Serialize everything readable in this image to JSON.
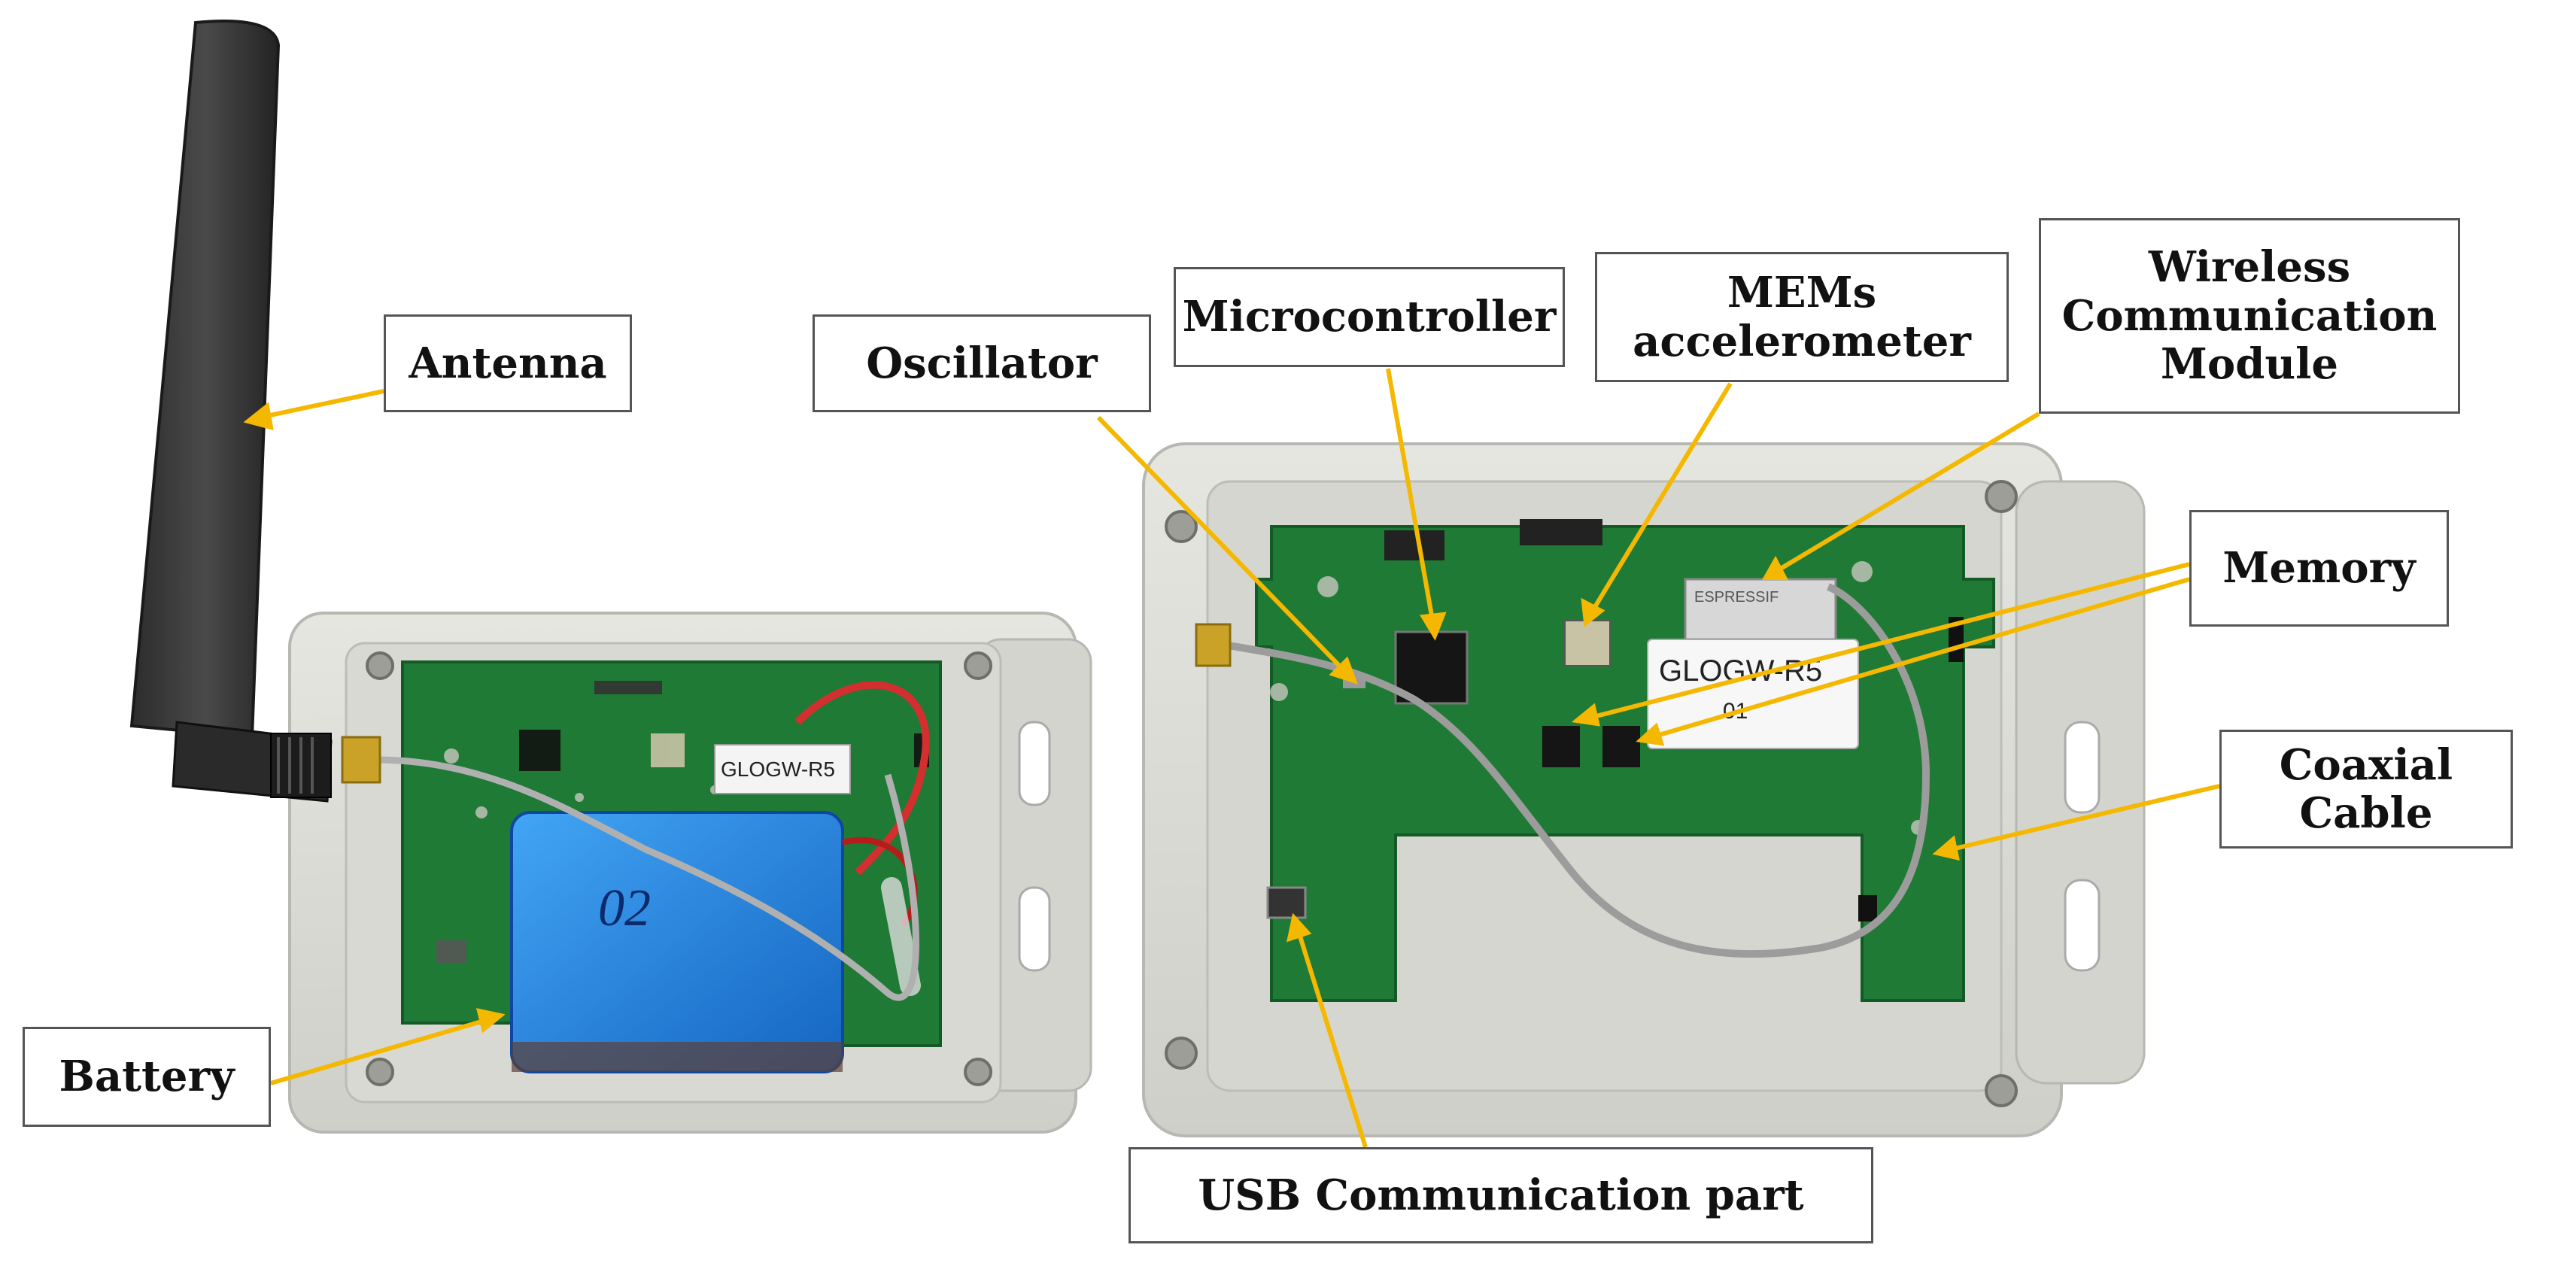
{
  "labels": {
    "antenna": "Antenna",
    "oscillator": "Oscillator",
    "microcontroller": "Microcontroller",
    "mems": "MEMs\naccelerometer",
    "wireless": "Wireless\nCommunication\nModule",
    "memory": "Memory",
    "coaxial": "Coaxial\nCable",
    "battery": "Battery",
    "usb": "USB Communication part"
  },
  "device_text": {
    "sticker_left": "GLOGW-R5",
    "sticker_right_line1": "GLOGW-R5",
    "sticker_right_line2": "01",
    "module_brand": "ESPRESSIF",
    "battery_marking": "02"
  },
  "colors": {
    "leader": "#f5b800",
    "pcb": "#1f7a35",
    "enclosure": "#dcdcd6",
    "battery": "#1e88e5"
  }
}
